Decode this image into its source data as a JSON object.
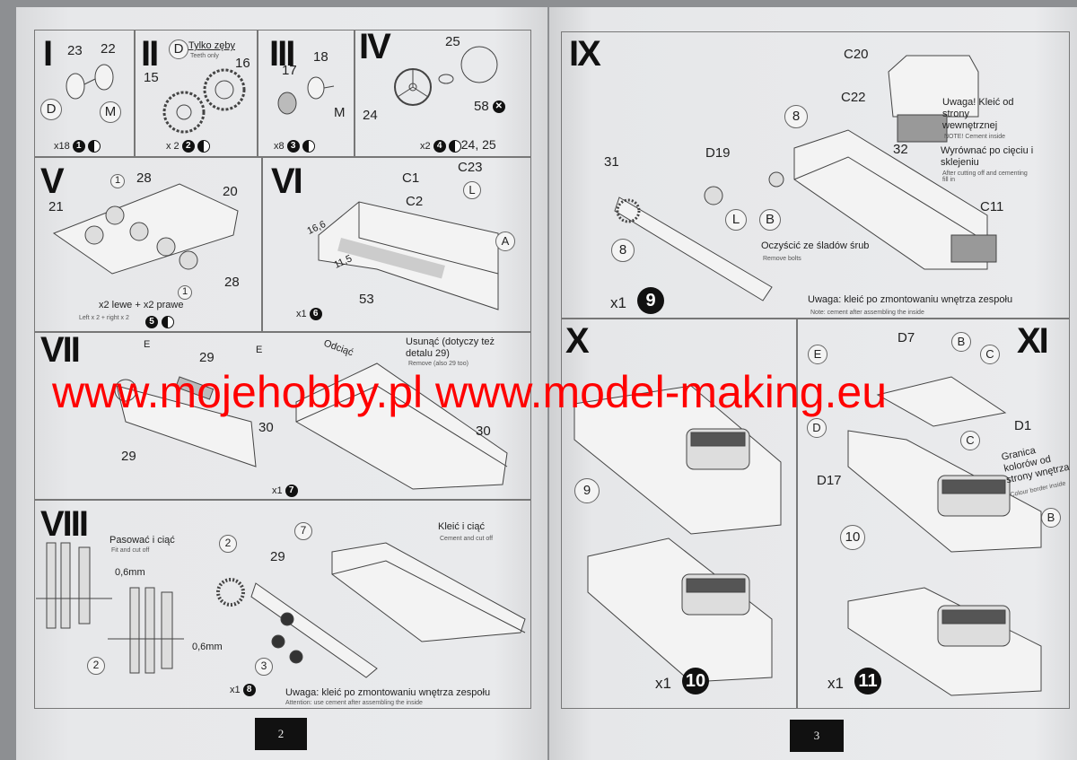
{
  "left_page": {
    "page_number": "2",
    "step_I": {
      "title": "I",
      "labels": [
        "23",
        "22",
        "D",
        "M"
      ],
      "qty": "x18",
      "step": "1"
    },
    "step_II": {
      "title": "II",
      "labels": [
        "D",
        "15",
        "16"
      ],
      "note": "Tylko zęby",
      "note_en": "Teeth only",
      "qty": "x 2",
      "step": "2"
    },
    "step_III": {
      "title": "III",
      "labels": [
        "17",
        "18",
        "M"
      ],
      "qty": "x8",
      "step": "3"
    },
    "step_IV": {
      "title": "IV",
      "labels": [
        "25",
        "24",
        "58"
      ],
      "qty": "x2",
      "step": "4",
      "parts": "24, 25"
    },
    "step_V": {
      "title": "V",
      "labels": [
        "1",
        "28",
        "20",
        "21",
        "1",
        "28"
      ],
      "qty": "x2 lewe + x2 prawe",
      "qty_en": "Left x 2 + right x 2",
      "step": "5"
    },
    "step_VI": {
      "title": "VI",
      "labels": [
        "C1",
        "C23",
        "C2",
        "L",
        "A",
        "16,6",
        "11,5",
        "53"
      ],
      "qty": "x1",
      "step": "6"
    },
    "step_VII": {
      "title": "VII",
      "labels": [
        "E",
        "29",
        "E",
        "30",
        "29",
        "30"
      ],
      "note": "Usunąć (dotyczy też detalu 29)",
      "note_en": "Remove (also 29 too)",
      "cut": "Odciąć",
      "qty": "x1",
      "step": "7"
    },
    "step_VIII": {
      "title": "VIII",
      "fit_note": "Pasować i ciąć",
      "fit_note_en": "Fit and cut off",
      "dim1": "0,6mm",
      "dim2": "0,6mm",
      "labels": [
        "2",
        "2",
        "29",
        "7",
        "3"
      ],
      "cement_note": "Kleić i ciąć",
      "cement_note_en": "Cement and cut off",
      "warning": "Uwaga: kleić po zmontowaniu wnętrza zespołu",
      "warning_en": "Attention: use cement after assembling the inside",
      "qty": "x1",
      "step": "8"
    }
  },
  "right_page": {
    "page_number": "3",
    "step_IX": {
      "title": "IX",
      "labels": [
        "C20",
        "C22",
        "8",
        "D19",
        "31",
        "32",
        "L",
        "B",
        "8",
        "C11"
      ],
      "note1": "Uwaga! Kleić od strony wewnętrznej",
      "note1_en": "NOTE! Cement inside",
      "note2": "Wyrównać po cięciu i sklejeniu",
      "note2_en": "After cutting off and cementing fill in",
      "note3": "Oczyścić ze śladów śrub",
      "note3_en": "Remove bolts",
      "warning": "Uwaga: kleić po zmontowaniu wnętrza zespołu",
      "warning_en": "Note: cement after assembling the inside",
      "qty": "x1",
      "step": "9"
    },
    "step_X": {
      "title": "X",
      "labels": [
        "9"
      ],
      "qty": "x1",
      "step": "10"
    },
    "step_XI": {
      "title": "XI",
      "labels": [
        "D7",
        "B",
        "E",
        "C",
        "D1",
        "D",
        "C",
        "D17",
        "B",
        "10"
      ],
      "note": "Granica kolorów od strony wnętrza",
      "note_en": "Colour border inside",
      "qty": "x1",
      "step": "11"
    }
  },
  "watermark": "www.mojehobby.pl www.model-making.eu"
}
